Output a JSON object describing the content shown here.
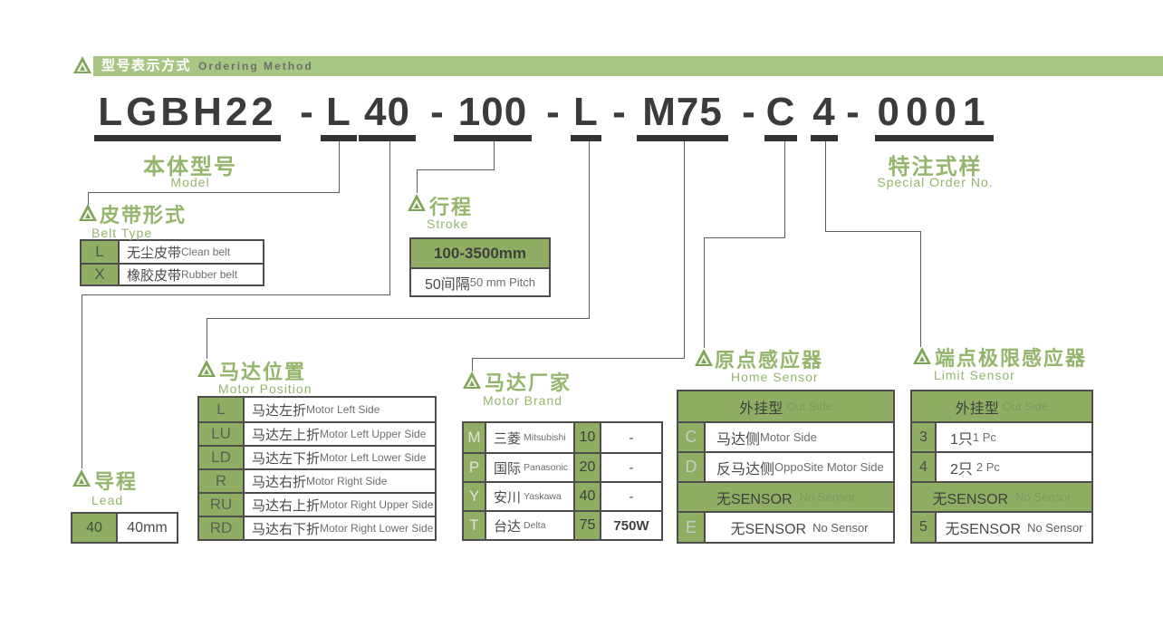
{
  "colors": {
    "green_bar": "#a7c583",
    "green_cell": "#8fae63",
    "green_title_text": "#94b56c",
    "triangle_green": "#7fa558",
    "table_border": "#4d4d4d",
    "code_text_dark": "#3b3b3b",
    "connector_line": "#5e5e5e"
  },
  "header": {
    "title_cn": "型号表示方式",
    "title_en": "Ordering Method"
  },
  "model_code": {
    "segments": [
      "LGBH22",
      "-",
      "L",
      "40",
      "-",
      "100",
      "-",
      "L",
      "-",
      "M75",
      "-",
      "C",
      "4",
      "-",
      "0001"
    ]
  },
  "labels": {
    "model": {
      "cn": "本体型号",
      "en": "Model"
    },
    "special": {
      "cn": "特注式样",
      "en": "Special Order No."
    }
  },
  "sections": {
    "belt_type": {
      "title_cn": "皮带形式",
      "title_en": "Belt Type",
      "rows": [
        {
          "code": "L",
          "cn": "无尘皮带",
          "en": "Clean belt"
        },
        {
          "code": "X",
          "cn": "橡胶皮带",
          "en": "Rubber belt"
        }
      ]
    },
    "stroke": {
      "title_cn": "行程",
      "title_en": "Stroke",
      "range": "100-3500mm",
      "pitch_cn": "50间隔",
      "pitch_en": "50 mm Pitch"
    },
    "lead": {
      "title_cn": "导程",
      "title_en": "Lead",
      "code": "40",
      "value": "40mm"
    },
    "motor_position": {
      "title_cn": "马达位置",
      "title_en": "Motor Position",
      "rows": [
        {
          "code": "L",
          "cn": "马达左折",
          "en": "Motor Left Side"
        },
        {
          "code": "LU",
          "cn": "马达左上折",
          "en": "Motor Left Upper Side"
        },
        {
          "code": "LD",
          "cn": "马达左下折",
          "en": "Motor Left Lower Side"
        },
        {
          "code": "R",
          "cn": "马达右折",
          "en": "Motor Right Side"
        },
        {
          "code": "RU",
          "cn": "马达右上折",
          "en": "Motor Right Upper Side"
        },
        {
          "code": "RD",
          "cn": "马达右下折",
          "en": "Motor Right Lower Side"
        }
      ]
    },
    "motor_brand": {
      "title_cn": "马达厂家",
      "title_en": "Motor Brand",
      "rows": [
        {
          "code": "M",
          "cn": "三菱",
          "en": "Mitsubishi",
          "num": "10",
          "watt": "-"
        },
        {
          "code": "P",
          "cn": "国际",
          "en": "Panasonic",
          "num": "20",
          "watt": "-"
        },
        {
          "code": "Y",
          "cn": "安川",
          "en": "Yaskawa",
          "num": "40",
          "watt": "-"
        },
        {
          "code": "T",
          "cn": "台达",
          "en": "Delta",
          "num": "75",
          "watt": "750W"
        }
      ]
    },
    "home_sensor": {
      "title_cn": "原点感应器",
      "title_en": "Home Sensor",
      "header1": {
        "cn": "外挂型",
        "en": "Out Side"
      },
      "rows": [
        {
          "code": "C",
          "cn": "马达侧",
          "en": "Motor Side"
        },
        {
          "code": "D",
          "cn": "反马达侧",
          "en": "OppoSite Motor Side"
        }
      ],
      "header2": {
        "cn": "无SENSOR",
        "en": "No Sensor"
      },
      "last_row": {
        "code": "E",
        "cn": "无SENSOR",
        "en": "No Sensor"
      }
    },
    "limit_sensor": {
      "title_cn": "端点极限感应器",
      "title_en": "Limit Sensor",
      "header1": {
        "cn": "外挂型",
        "en": "Out Side"
      },
      "rows": [
        {
          "code": "3",
          "cn": "1只",
          "en": "1 Pc"
        },
        {
          "code": "4",
          "cn": "2只",
          "en": "2 Pc"
        }
      ],
      "header2": {
        "cn": "无SENSOR",
        "en": "No Sensor"
      },
      "last_row": {
        "code": "5",
        "cn": "无SENSOR",
        "en": "No Sensor"
      }
    }
  }
}
